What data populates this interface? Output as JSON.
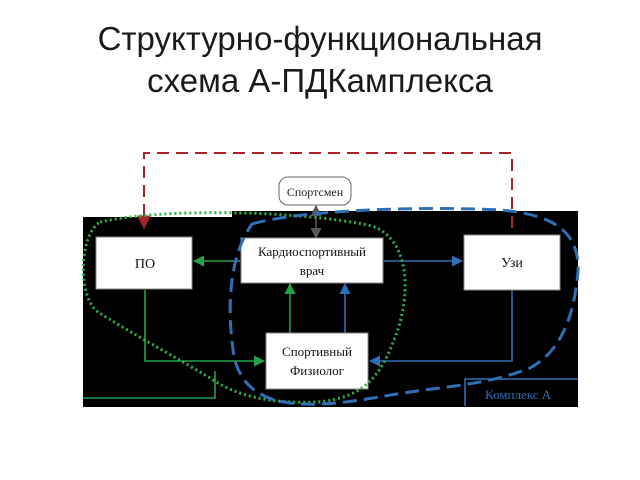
{
  "title": {
    "line1": "Структурно-функциональная",
    "line2": "схема А-ПДКамплекса"
  },
  "nodes": {
    "sportsman": "Спортсмен",
    "po": "ПО",
    "cardio_line1": "Кардиоспортивный",
    "cardio_line2": "врач",
    "uzi": "Узи",
    "physio_line1": "Спортивный",
    "physio_line2": "Физиолог"
  },
  "complex_label": "Комплекс А",
  "colors": {
    "background_panel": "#000000",
    "node_fill": "#ffffff",
    "green_arrows": "#22a04a",
    "blue_arrows": "#2f6fb5",
    "red_dashed": "#a8232a",
    "green_dotted_region": "#2fb34a",
    "blue_dashed_region": "#2f6fb5",
    "dark_connector": "#333333"
  }
}
